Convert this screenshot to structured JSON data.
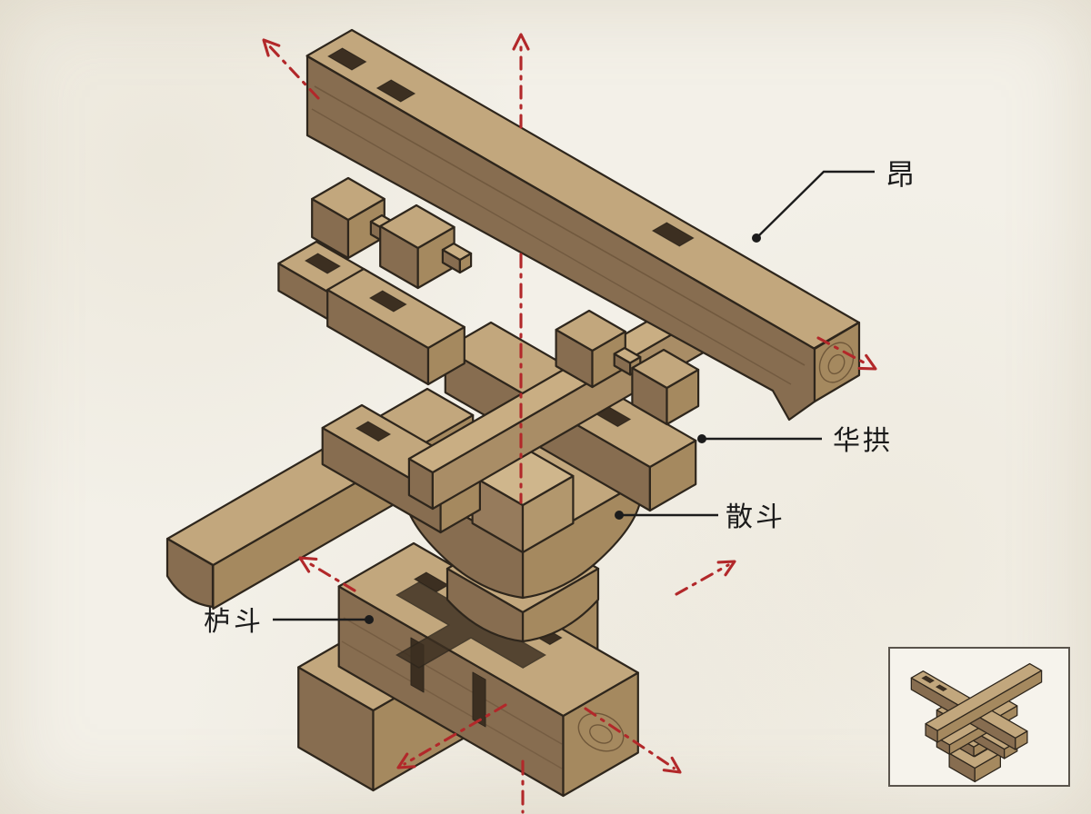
{
  "labels": {
    "ang": "昂",
    "huagong": "华拱",
    "sandou": "散斗",
    "ludou": "栌斗"
  },
  "colors": {
    "paper": "#f3f0e8",
    "ink_outline": "#2e261c",
    "wood_top": "#c2a77d",
    "wood_top_bright": "#cfb68c",
    "wood_side_dark": "#876d50",
    "wood_side_mid": "#a5895f",
    "mortise_dark": "#3c2f21",
    "axis_red": "#b2282a",
    "label_ink": "#1b1b1b",
    "inset_border": "#5a544c",
    "inset_bg": "#f6f3ec"
  }
}
